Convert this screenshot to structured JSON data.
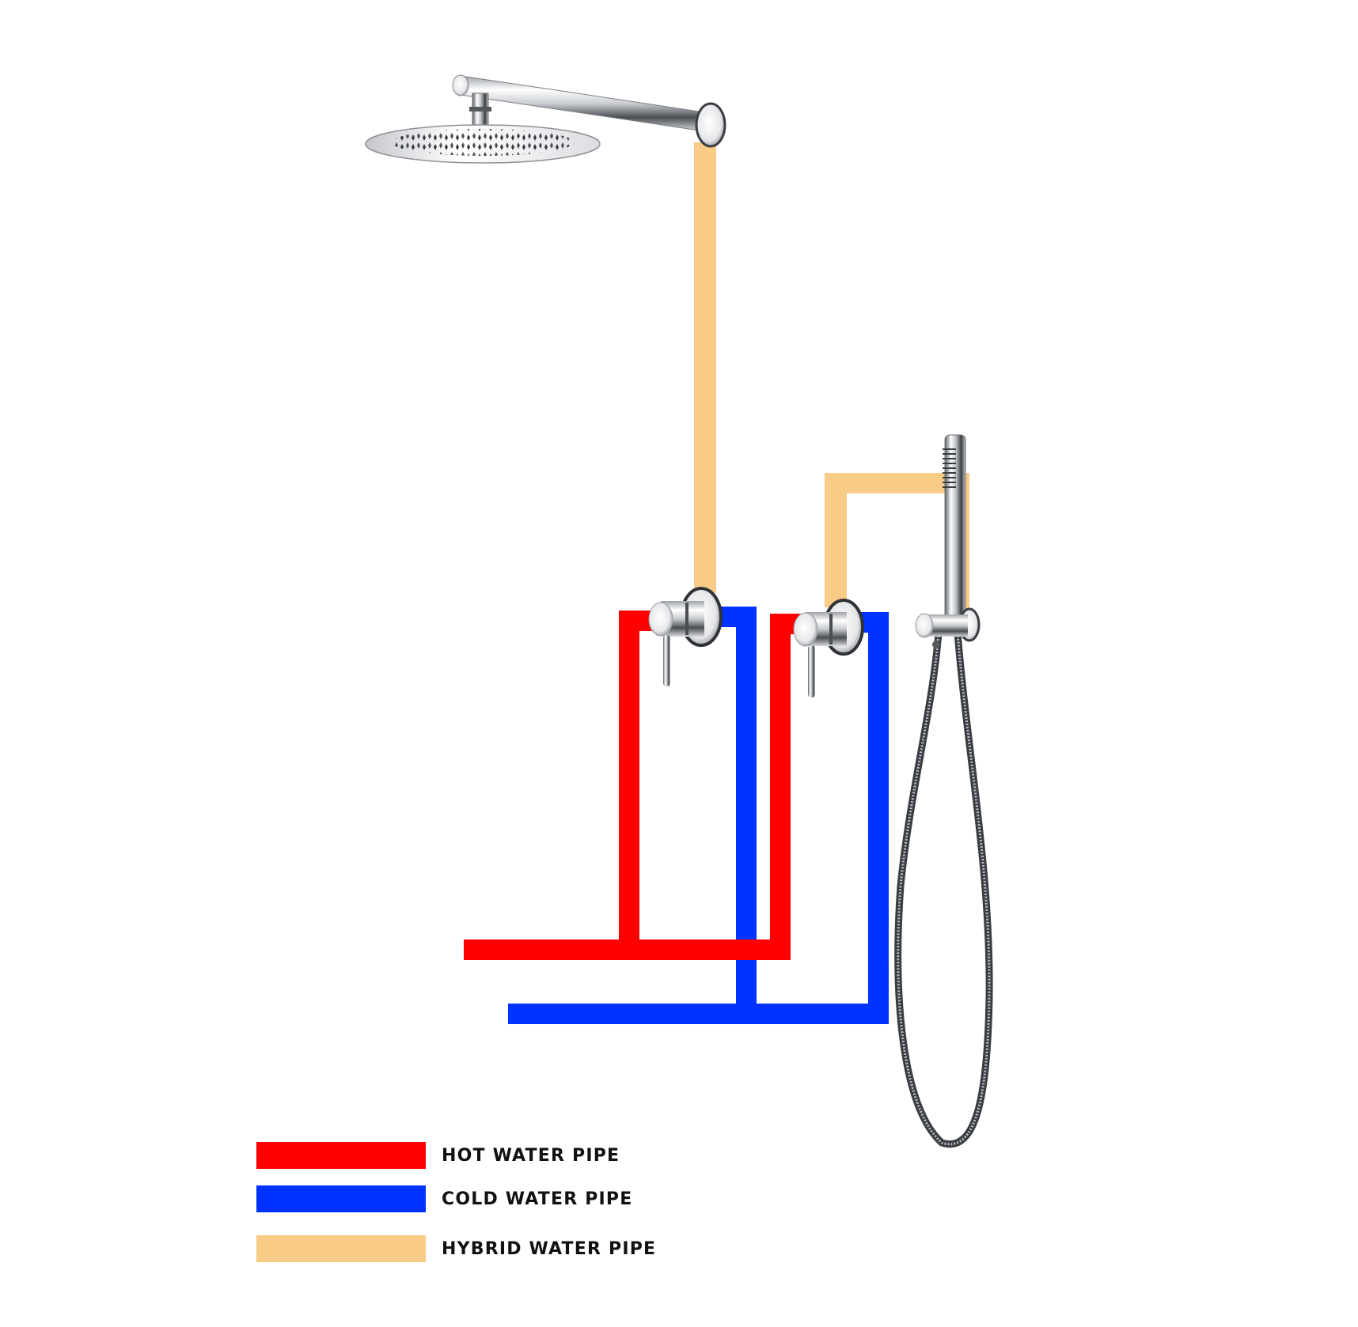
{
  "diagram": {
    "type": "shower-plumbing-schematic",
    "colors": {
      "hot": "#FF0000",
      "cold": "#0033FF",
      "hybrid": "#F8CB86",
      "chrome_light": "#F4F4F4",
      "chrome_mid": "#B9BCC0",
      "chrome_dark": "#3A3D42",
      "background": "#FFFFFF"
    },
    "components": [
      {
        "id": "overhead-rain-shower",
        "label": "Overhead rain shower head with wall arm"
      },
      {
        "id": "mixer-1",
        "label": "Wall mixer valve (overhead shower)"
      },
      {
        "id": "mixer-2",
        "label": "Wall mixer valve (hand shower)"
      },
      {
        "id": "hand-shower",
        "label": "Hand shower with wall holder and hose"
      }
    ]
  },
  "legend": {
    "items": [
      {
        "label": "HOT WATER PIPE",
        "color": "#FF0000"
      },
      {
        "label": "COLD WATER PIPE",
        "color": "#0033FF"
      },
      {
        "label": "HYBRID WATER PIPE",
        "color": "#F8CB86"
      }
    ]
  }
}
